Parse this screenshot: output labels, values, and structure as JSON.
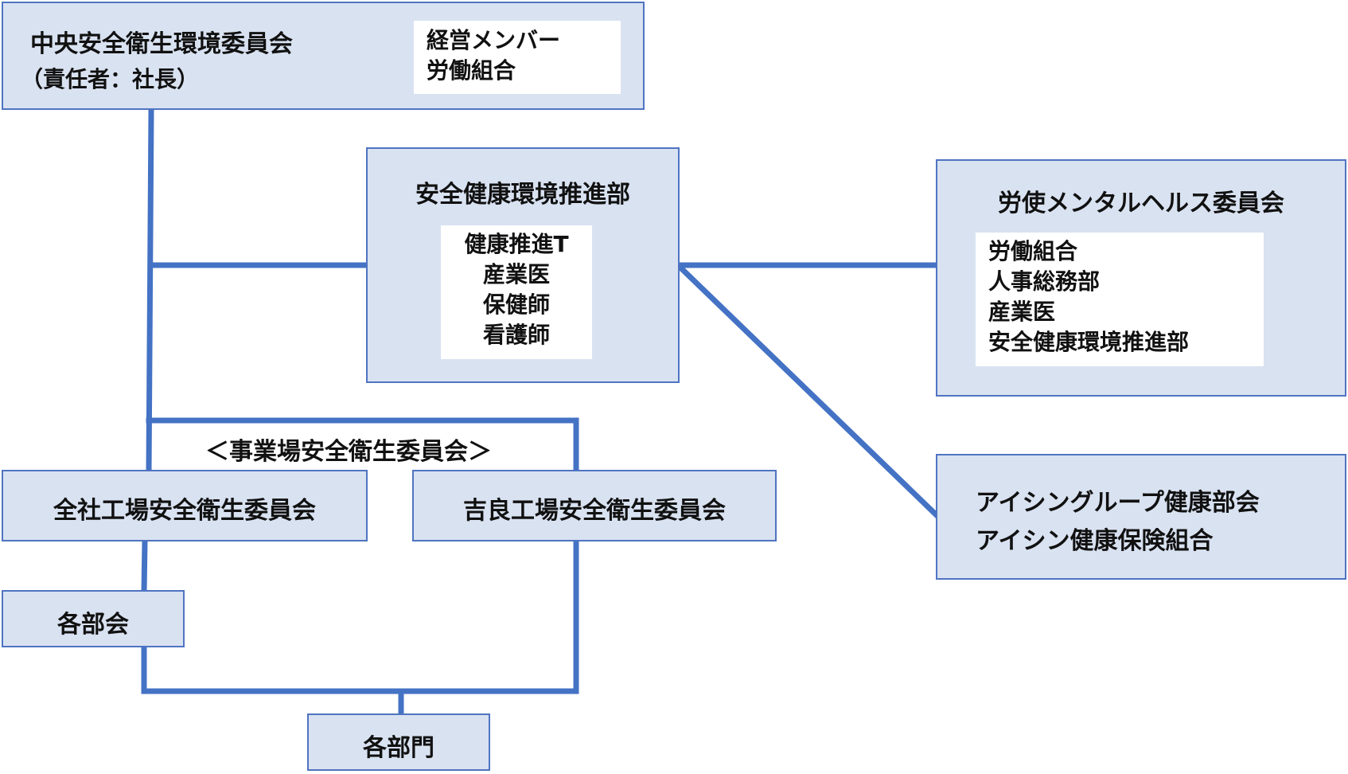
{
  "central": {
    "title": "中央安全衛生環境委員会",
    "subtitle": "（責任者：社長）",
    "members": [
      "経営メンバー",
      "労働組合"
    ]
  },
  "promotion": {
    "title": "安全健康環境推進部",
    "members": [
      "健康推進T",
      "産業医",
      "保健師",
      "看護師"
    ]
  },
  "mental_health": {
    "title": "労使メンタルヘルス委員会",
    "members": [
      "労働組合",
      "人事総務部",
      "産業医",
      "安全健康環境推進部"
    ]
  },
  "aisin_group": {
    "lines": [
      "アイシングループ健康部会",
      "アイシン健康保険組合"
    ]
  },
  "site_committee_label": "＜事業場安全衛生委員会＞",
  "company_factory": {
    "title": "全社工場安全衛生委員会"
  },
  "kira_factory": {
    "title": "吉良工場安全衛生委員会"
  },
  "subcommittees": {
    "title": "各部会"
  },
  "departments": {
    "title": "各部門"
  },
  "colors": {
    "box_fill": "#d9e2f1",
    "box_border": "#4f74c1",
    "connector": "#4472c4",
    "inner_fill": "#ffffff"
  }
}
